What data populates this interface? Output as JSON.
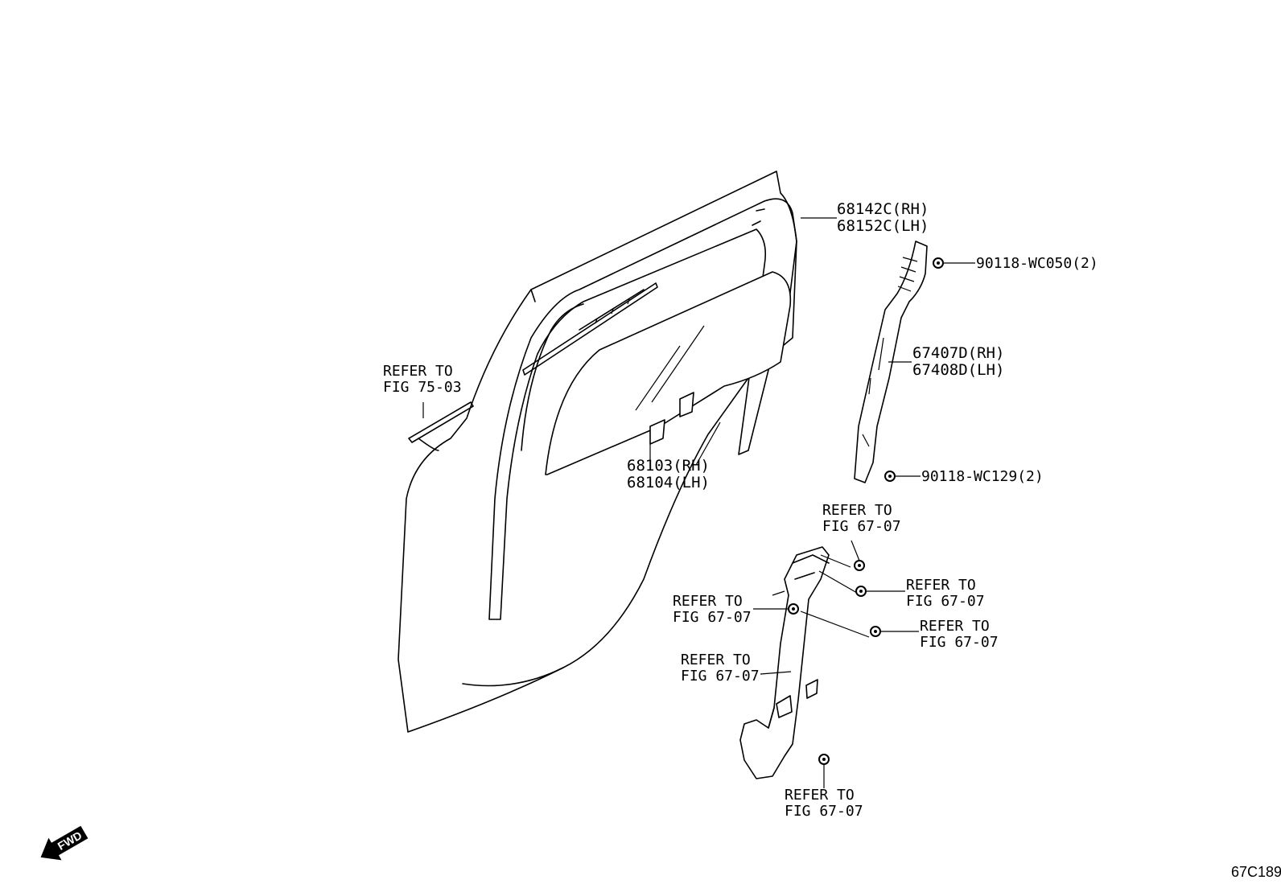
{
  "callouts": {
    "frame_rh": "68142C(RH)",
    "frame_lh": "68152C(LH)",
    "bolt_top": "90118-WC050(2)",
    "channel_rh": "67407D(RH)",
    "channel_lh": "67408D(LH)",
    "bolt_bottom": "90118-WC129(2)",
    "glass_rh": "68103(RH)",
    "glass_lh": "68104(LH)"
  },
  "refer": {
    "r1": {
      "line1": "REFER TO",
      "line2": "FIG 75-03"
    },
    "r2": {
      "line1": "REFER TO",
      "line2": "FIG 67-07"
    },
    "r3": {
      "line1": "REFER TO",
      "line2": "FIG 67-07"
    },
    "r4": {
      "line1": "REFER TO",
      "line2": "FIG 67-07"
    },
    "r5": {
      "line1": "REFER TO",
      "line2": "FIG 67-07"
    },
    "r6": {
      "line1": "REFER TO",
      "line2": "FIG 67-07"
    },
    "r7": {
      "line1": "REFER TO",
      "line2": "FIG 67-07"
    }
  },
  "fwd_label": "FWD",
  "figure_id": "67C189"
}
